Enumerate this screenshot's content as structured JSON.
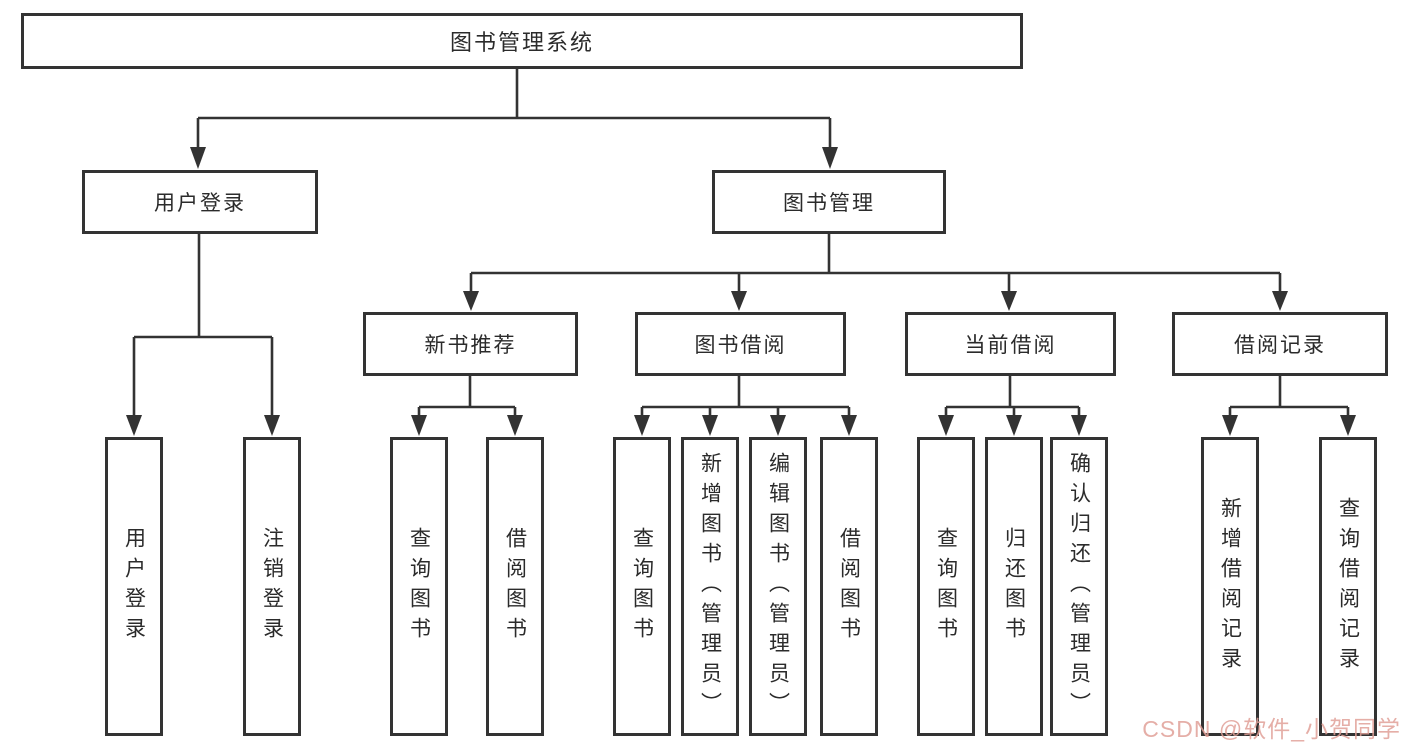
{
  "title": "图书管理系统",
  "watermark": "CSDN @软件_小贺同学",
  "colors": {
    "line": "#333333",
    "box_border": "#333333",
    "text": "#2b2b2b",
    "background": "#ffffff",
    "watermark": "#e1a098"
  },
  "tree": {
    "root": {
      "label": "图书管理系统"
    },
    "branches": [
      {
        "label": "用户登录",
        "children": [
          {
            "label": "用户登录"
          },
          {
            "label": "注销登录"
          }
        ]
      },
      {
        "label": "图书管理",
        "children": [
          {
            "label": "新书推荐",
            "children": [
              {
                "label": "查询图书"
              },
              {
                "label": "借阅图书"
              }
            ]
          },
          {
            "label": "图书借阅",
            "children": [
              {
                "label": "查询图书"
              },
              {
                "label": "新增图书（管理员）"
              },
              {
                "label": "编辑图书（管理员）"
              },
              {
                "label": "借阅图书"
              }
            ]
          },
          {
            "label": "当前借阅",
            "children": [
              {
                "label": "查询图书"
              },
              {
                "label": "归还图书"
              },
              {
                "label": "确认归还（管理员）"
              }
            ]
          },
          {
            "label": "借阅记录",
            "children": [
              {
                "label": "新增借阅记录"
              },
              {
                "label": "查询借阅记录"
              }
            ]
          }
        ]
      }
    ]
  }
}
